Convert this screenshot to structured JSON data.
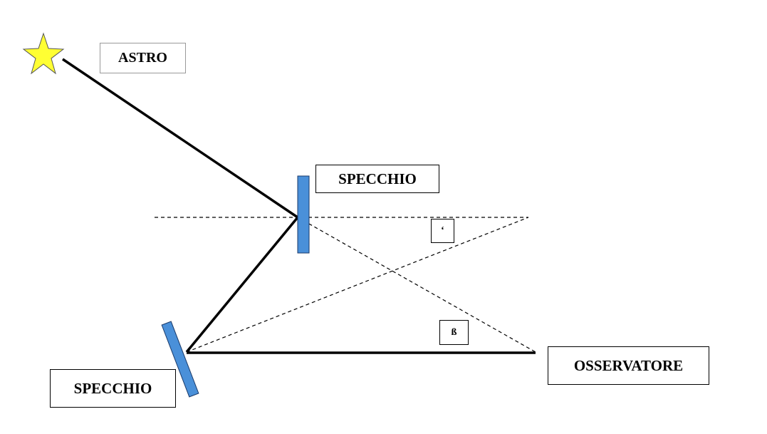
{
  "labels": {
    "astro": "ASTRO",
    "mirror_top": "SPECCHIO",
    "mirror_bottom": "SPECCHIO",
    "observer": "OSSERVATORE",
    "angle_alpha": "ʻ",
    "angle_beta": "ß"
  },
  "colors": {
    "star_fill": "#ffff33",
    "mirror_fill": "#4a90d9",
    "line": "#000000"
  },
  "icons": {
    "star": "star-icon"
  }
}
